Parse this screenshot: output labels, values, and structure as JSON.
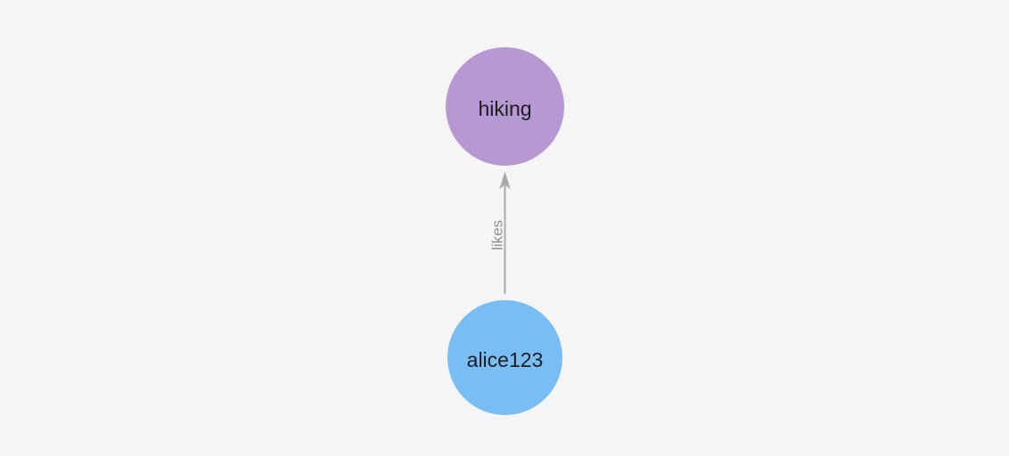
{
  "canvas": {
    "background": "#f5f5f6"
  },
  "graph": {
    "type": "directed-node-link-graph",
    "nodes": [
      {
        "id": "hiking",
        "label": "hiking",
        "color": "#b699d2",
        "text_color": "#1d1d1f",
        "shape": "circle"
      },
      {
        "id": "alice123",
        "label": "alice123",
        "color": "#79bdf5",
        "text_color": "#1d1d1f",
        "shape": "circle"
      }
    ],
    "edges": [
      {
        "from": "alice123",
        "to": "hiking",
        "label": "likes",
        "color": "#a8aab0",
        "label_color": "#8c8f94",
        "direction": "up"
      }
    ]
  }
}
